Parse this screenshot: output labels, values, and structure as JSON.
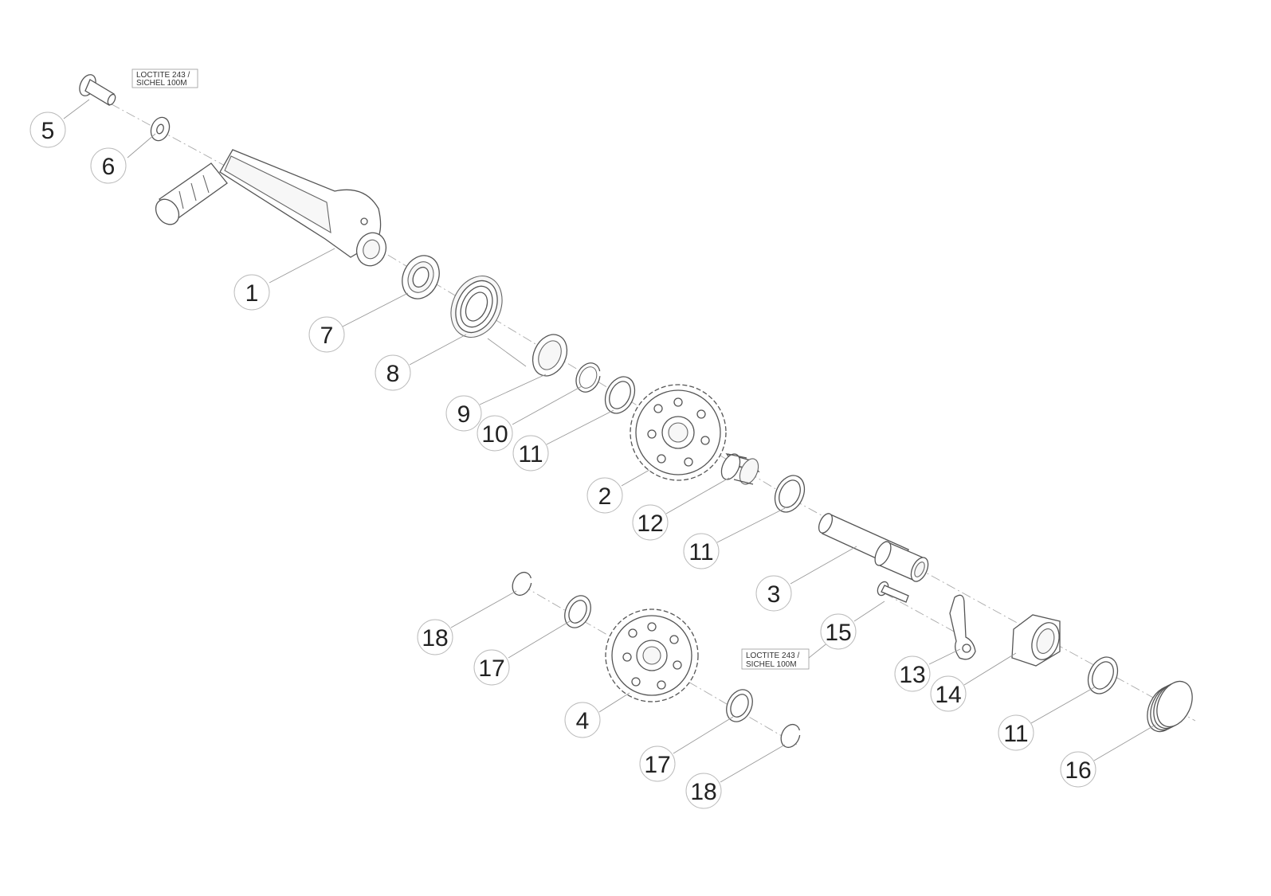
{
  "notes": [
    {
      "id": "note-1",
      "lines": [
        "LOCTITE 243 /",
        "SICHEL 100M"
      ]
    },
    {
      "id": "note-2",
      "lines": [
        "LOCTITE 243 /",
        "SICHEL 100M"
      ]
    }
  ],
  "callouts": [
    {
      "id": "c5",
      "label": "5"
    },
    {
      "id": "c6",
      "label": "6"
    },
    {
      "id": "c1",
      "label": "1"
    },
    {
      "id": "c7",
      "label": "7"
    },
    {
      "id": "c8",
      "label": "8"
    },
    {
      "id": "c9",
      "label": "9"
    },
    {
      "id": "c10",
      "label": "10"
    },
    {
      "id": "c11a",
      "label": "11"
    },
    {
      "id": "c2",
      "label": "2"
    },
    {
      "id": "c12",
      "label": "12"
    },
    {
      "id": "c11b",
      "label": "11"
    },
    {
      "id": "c3",
      "label": "3"
    },
    {
      "id": "c15",
      "label": "15"
    },
    {
      "id": "c13",
      "label": "13"
    },
    {
      "id": "c14",
      "label": "14"
    },
    {
      "id": "c11c",
      "label": "11"
    },
    {
      "id": "c16",
      "label": "16"
    },
    {
      "id": "c18a",
      "label": "18"
    },
    {
      "id": "c17a",
      "label": "17"
    },
    {
      "id": "c4",
      "label": "4"
    },
    {
      "id": "c17b",
      "label": "17"
    },
    {
      "id": "c18b",
      "label": "18"
    }
  ]
}
